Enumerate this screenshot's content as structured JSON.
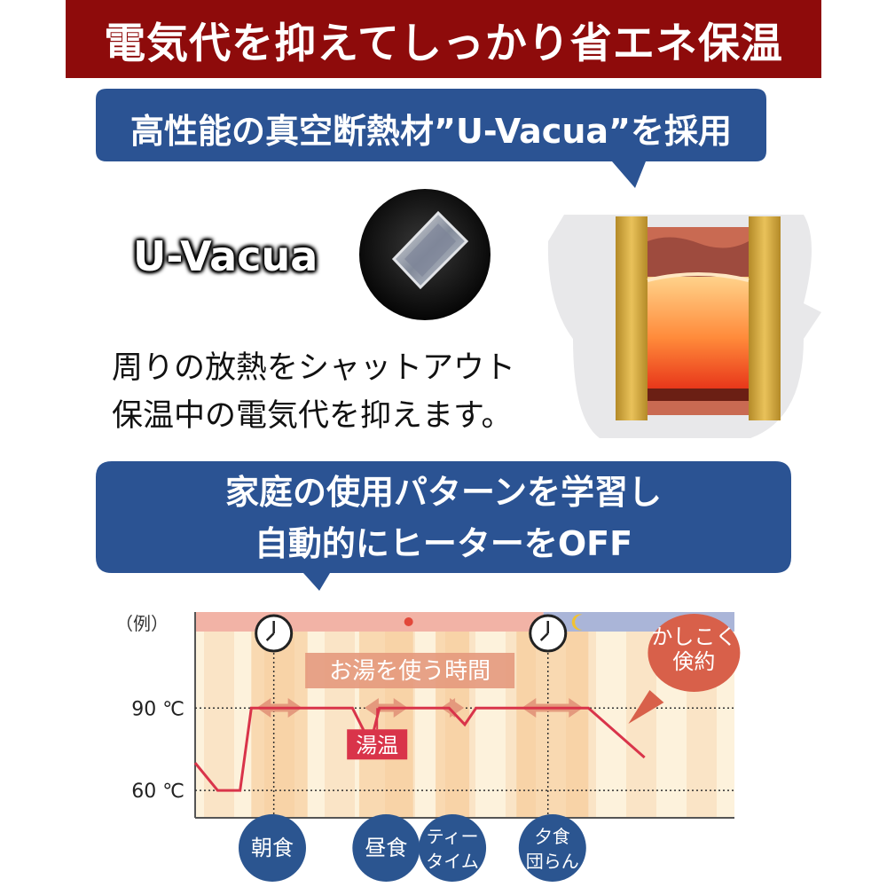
{
  "header": {
    "title": "電気代を抑えてしっかり省エネ保温",
    "subtitle": "高性能の真空断熱材”U-Vacua”を採用"
  },
  "insulation": {
    "name": "U-Vacua",
    "description_line1": "周りの放熱をシャットアウト",
    "description_line2": "保温中の電気代を抑えます。"
  },
  "learning": {
    "line1": "家庭の使用パターンを学習し",
    "line2": "自動的にヒーターをOFF"
  },
  "chart_data": {
    "type": "line",
    "title": "",
    "example_label": "（例）",
    "ylabel": "",
    "y_ticks": [
      "90 ℃",
      "60 ℃"
    ],
    "ylim": [
      50,
      125
    ],
    "xlim": [
      0,
      24
    ],
    "series": [
      {
        "name": "湯温",
        "points": [
          [
            0,
            70
          ],
          [
            1,
            60
          ],
          [
            2,
            60
          ],
          [
            2.5,
            90
          ],
          [
            7,
            90
          ],
          [
            7.8,
            77
          ],
          [
            8.2,
            90
          ],
          [
            11.3,
            90
          ],
          [
            12,
            84
          ],
          [
            12.5,
            90
          ],
          [
            17.5,
            90
          ],
          [
            20,
            72
          ]
        ]
      }
    ],
    "usage_periods_label": "お湯を使う時間",
    "usage_periods": [
      {
        "label": "朝食",
        "start": 2.5,
        "end": 5
      },
      {
        "label": "昼食",
        "start": 7.3,
        "end": 9.7
      },
      {
        "label": "ティー\nタイム",
        "start": 10.7,
        "end": 12.2
      },
      {
        "label": "夕食\n団らん",
        "start": 14.3,
        "end": 17.5
      }
    ],
    "annotations": {
      "water_temp_label": "湯温",
      "smart_saving": "かしこく\n倹約"
    },
    "colors": {
      "curve": "#d9344a",
      "day_band": "#f2b3a6",
      "night_band": "#aab5d8",
      "bg": "#fdf2dc",
      "stripe": "#f8d9b4",
      "arrow": "#e4997d",
      "bubble": "#d8604a",
      "marker": "#2b5590"
    }
  }
}
